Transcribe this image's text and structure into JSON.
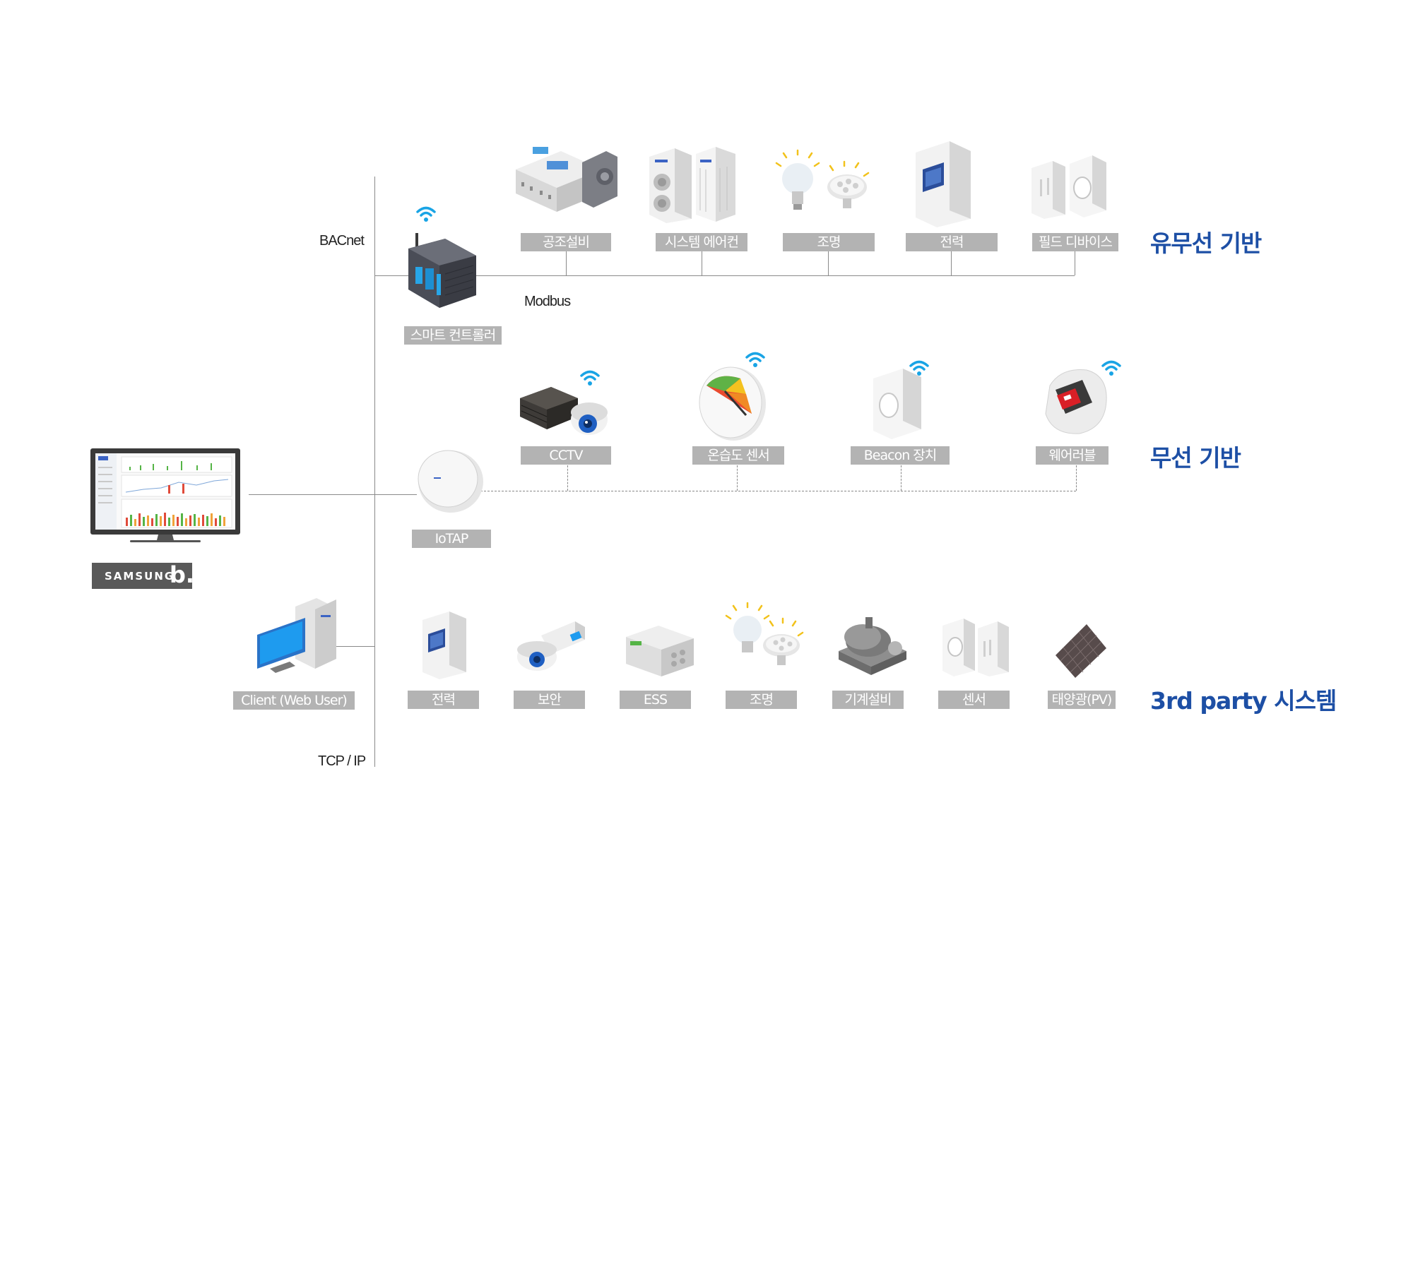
{
  "protocols": {
    "bacnet": "BACnet",
    "modbus": "Modbus",
    "tcpip": "TCP / IP"
  },
  "hub": {
    "smart_controller": "스마트 컨트롤러",
    "iotap": "IoTAP",
    "client": "Client (Web User)",
    "samsung_logo_text": "SAMSUNG",
    "samsung_logo_mark": "b."
  },
  "sections": {
    "wired": "유무선 기반",
    "wireless": "무선 기반",
    "third_party": "3rd party 시스템"
  },
  "wired_devices": [
    {
      "label": "공조설비",
      "icon": "air-handling-unit-icon"
    },
    {
      "label": "시스템 에어컨",
      "icon": "system-air-conditioner-icon"
    },
    {
      "label": "조명",
      "icon": "lighting-bulb-icon"
    },
    {
      "label": "전력",
      "icon": "power-panel-icon"
    },
    {
      "label": "필드 디바이스",
      "icon": "field-device-switch-icon"
    }
  ],
  "wireless_devices": [
    {
      "label": "CCTV",
      "icon": "cctv-camera-icon"
    },
    {
      "label": "온습도 센서",
      "icon": "temperature-humidity-sensor-icon"
    },
    {
      "label": "Beacon 장치",
      "icon": "beacon-device-icon"
    },
    {
      "label": "웨어러블",
      "icon": "wearable-band-icon"
    }
  ],
  "third_party_devices": [
    {
      "label": "전력",
      "icon": "power-panel-icon"
    },
    {
      "label": "보안",
      "icon": "security-camera-icon"
    },
    {
      "label": "ESS",
      "icon": "ess-battery-icon"
    },
    {
      "label": "조명",
      "icon": "lighting-bulb-icon"
    },
    {
      "label": "기계설비",
      "icon": "mechanical-equipment-icon"
    },
    {
      "label": "센서",
      "icon": "sensor-switch-icon"
    },
    {
      "label": "태양광(PV)",
      "icon": "solar-panel-icon"
    }
  ],
  "colors": {
    "accent": "#1d4fa5",
    "label_bg": "#b3b3b3",
    "wifi": "#19a4e5",
    "line": "#8a8a8a"
  }
}
